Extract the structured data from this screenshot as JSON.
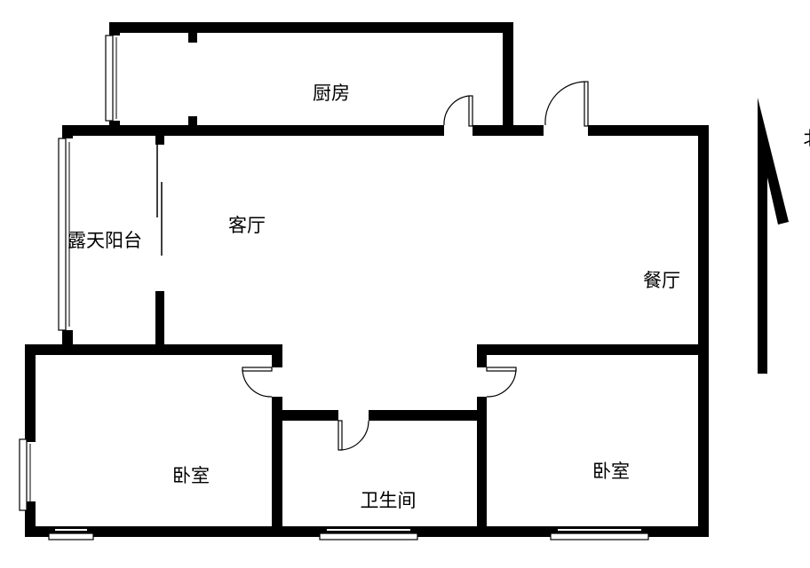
{
  "rooms": {
    "kitchen": "厨房",
    "balcony": "露天阳台",
    "living_room": "客厅",
    "dining_room": "餐厅",
    "bedroom_left": "卧室",
    "bathroom": "卫生间",
    "bedroom_right": "卧室"
  },
  "compass": {
    "label": "北"
  }
}
